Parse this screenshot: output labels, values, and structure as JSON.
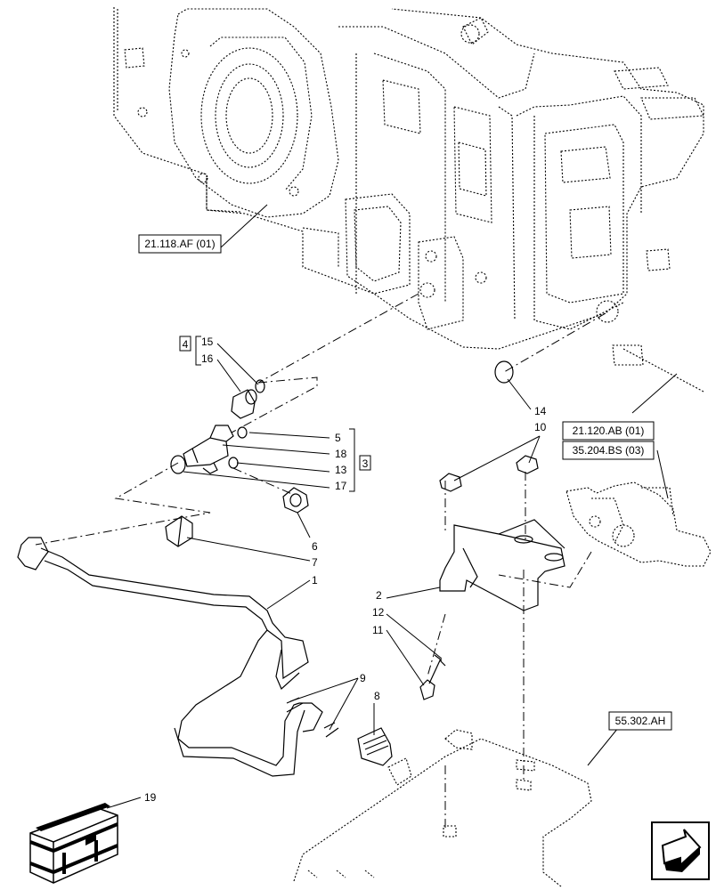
{
  "references": {
    "r1": "21.118.AF (01)",
    "r2": "21.120.AB (01)",
    "r3": "35.204.BS (03)",
    "r4": "55.302.AH"
  },
  "group_boxes": {
    "g4": "4",
    "g3": "3"
  },
  "callouts": {
    "c1": "1",
    "c2": "2",
    "c3": "3",
    "c4": "4",
    "c5": "5",
    "c6": "6",
    "c7": "7",
    "c8": "8",
    "c9": "9",
    "c10": "10",
    "c11": "11",
    "c12": "12",
    "c13": "13",
    "c14": "14",
    "c15": "15",
    "c16": "16",
    "c17": "17",
    "c18": "18",
    "c19": "19"
  },
  "icons": {
    "kit": "kit-crate-icon",
    "nav": "next-page-arrow-icon"
  }
}
